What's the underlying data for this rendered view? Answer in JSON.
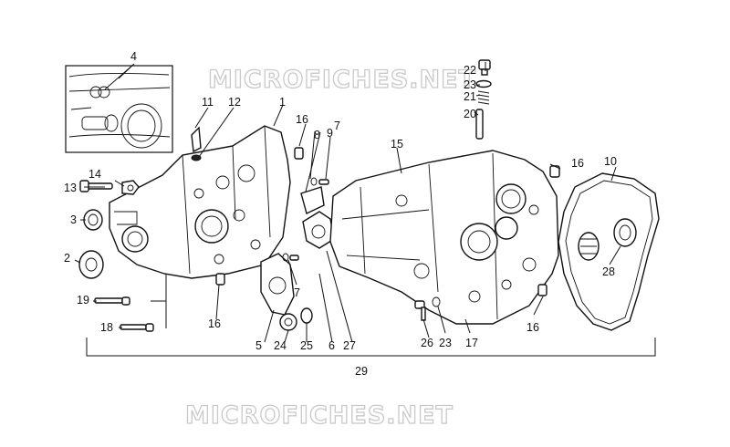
{
  "watermark": {
    "top": "MICROFICHES.NET",
    "bottom": "MICROFICHES.NET"
  },
  "callouts": {
    "c1": "1",
    "c2": "2",
    "c3": "3",
    "c4": "4",
    "c5": "5",
    "c6": "6",
    "c7a": "7",
    "c7b": "7",
    "c8": "8",
    "c9": "9",
    "c10": "10",
    "c11": "11",
    "c12": "12",
    "c13": "13",
    "c14": "14",
    "c15": "15",
    "c16a": "16",
    "c16b": "16",
    "c16c": "16",
    "c16d": "16",
    "c17": "17",
    "c18": "18",
    "c19": "19",
    "c20": "20",
    "c21": "21",
    "c22": "22",
    "c23a": "23",
    "c23b": "23",
    "c24": "24",
    "c25": "25",
    "c26": "26",
    "c27": "27",
    "c28": "28",
    "c29": "29"
  }
}
